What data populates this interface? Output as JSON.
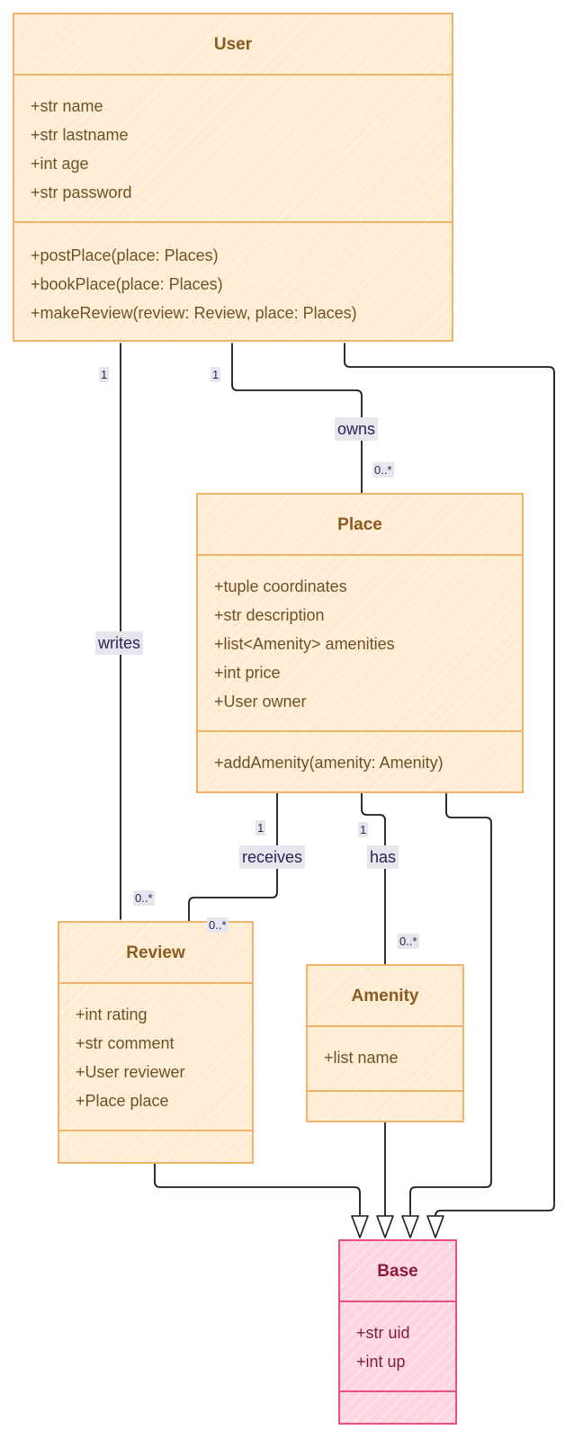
{
  "classes": {
    "user": {
      "name": "User",
      "attributes": [
        "+str name",
        "+str lastname",
        "+int age",
        "+str password"
      ],
      "methods": [
        "+postPlace(place: Places)",
        "+bookPlace(place: Places)",
        "+makeReview(review: Review, place: Places)"
      ]
    },
    "place": {
      "name": "Place",
      "attributes": [
        "+tuple coordinates",
        "+str description",
        "+list<Amenity> amenities",
        "+int price",
        "+User owner"
      ],
      "methods": [
        "+addAmenity(amenity: Amenity)"
      ]
    },
    "review": {
      "name": "Review",
      "attributes": [
        "+int rating",
        "+str comment",
        "+User reviewer",
        "+Place place"
      ],
      "methods": []
    },
    "amenity": {
      "name": "Amenity",
      "attributes": [
        "+list name"
      ],
      "methods": []
    },
    "base": {
      "name": "Base",
      "attributes": [
        "+str uid",
        "+int up"
      ],
      "methods": []
    }
  },
  "relations": {
    "writes": {
      "label": "writes",
      "source_mult": "1",
      "target_mult": "0..*"
    },
    "owns": {
      "label": "owns",
      "source_mult": "1",
      "target_mult": "0..*"
    },
    "receives": {
      "label": "receives",
      "source_mult": "1",
      "target_mult": "0..*"
    },
    "has": {
      "label": "has",
      "source_mult": "1",
      "target_mult": "0..*"
    }
  },
  "colors": {
    "class_stroke": "#f2b46a",
    "class_fill": "#ffecd2",
    "base_stroke": "#e9517c",
    "base_fill": "#ffd5e1",
    "line": "#1a1a1a",
    "label_bg": "#e6e6ec",
    "label_text": "#27245a"
  }
}
